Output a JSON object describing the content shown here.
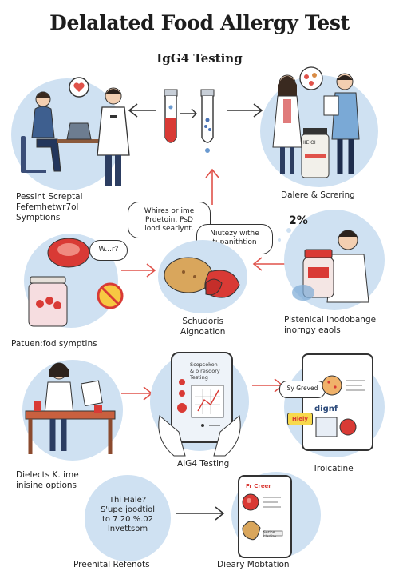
{
  "header": {
    "title": "Delalated Food Allergy Test",
    "subtitle": "IgG4 Testing"
  },
  "steps": {
    "patient": [
      "Pessint Screptal",
      "Fefemhetwr7ol",
      "Symptions"
    ],
    "dalere": [
      "Dalere & Screring"
    ],
    "symptoms": [
      "Patuen:fod symptins"
    ],
    "schudoris": [
      "Schudoris",
      "Aignoation"
    ],
    "pistenical": [
      "Pistenical inodobange",
      "inorngy eaols"
    ],
    "dielects": [
      "Dielects K. ime",
      "inisine options"
    ],
    "aig4": [
      "AIG4 Testing"
    ],
    "troicatine": [
      "Troicatine"
    ],
    "preenital": [
      "Preenital Refenots"
    ],
    "dieary": [
      "Dieary Mobtation"
    ]
  },
  "bubbles": {
    "whires": [
      "Whires or ime",
      "Prdetoin, PsD",
      "lood searlynt."
    ],
    "nutezy": [
      "Niutezy withe",
      "tupanithtion"
    ],
    "wr": "W...r?",
    "percent": "2%",
    "thi_hale": [
      "Thi Hale?",
      "S'upe joodtiol",
      "to 7 20 %.02",
      "Invettsom"
    ]
  },
  "phone": {
    "line1": "Scopsokon",
    "line2": "& o resdory",
    "line3": "Testing"
  },
  "clipboard": {
    "sy_greved": "Sy Greved",
    "digni": "dignf",
    "hiely": "Hiely"
  },
  "jar_label": "IIEIOI",
  "dieary_phone": {
    "header": "Fr Creer",
    "label": "Seripe clarlize"
  },
  "colors": {
    "circle": "#cfe1f2",
    "arrow_red": "#e0524a",
    "arrow_dark": "#333333",
    "accent_red": "#d93a35"
  }
}
